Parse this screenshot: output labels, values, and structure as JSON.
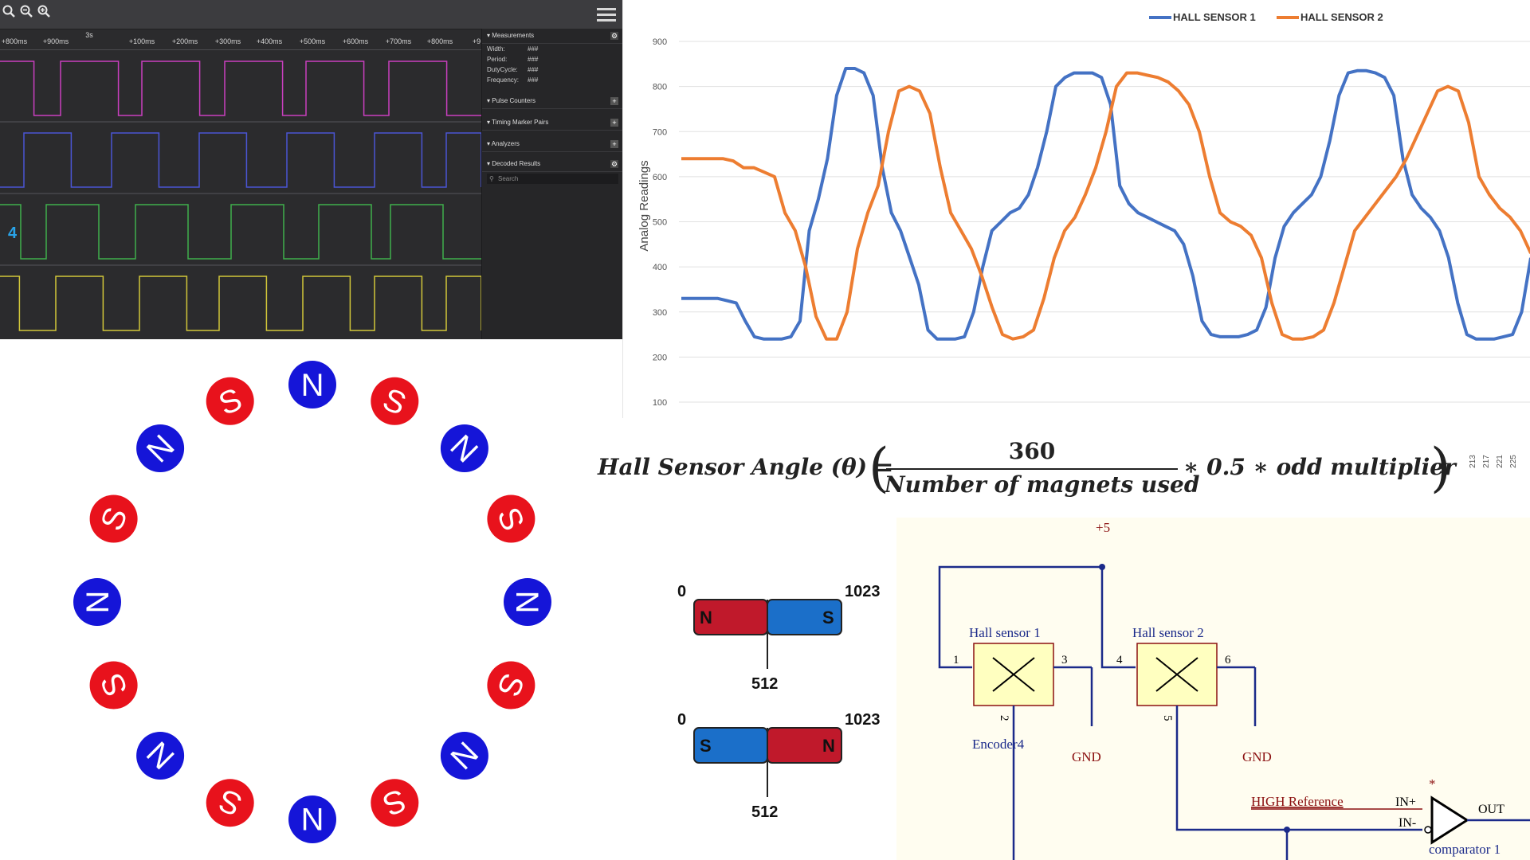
{
  "logic_analyzer": {
    "toolbar": {
      "zoom_fit_icon": "search-icon",
      "zoom_out_icon": "zoom-out-icon",
      "zoom_in_icon": "zoom-in-icon",
      "menu_icon": "hamburger-icon"
    },
    "ruler_major": "3s",
    "ruler_ticks": [
      "+800ms",
      "+900ms",
      "+100ms",
      "+200ms",
      "+300ms",
      "+400ms",
      "+500ms",
      "+600ms",
      "+700ms",
      "+800ms",
      "+9"
    ],
    "channel_badge": "4",
    "channel_colors": [
      "#c93fbf",
      "#4a55d4",
      "#3fb04c",
      "#d2c73a"
    ],
    "sidebar": {
      "measurements": {
        "title": "Measurements",
        "rows": [
          {
            "label": "Width:",
            "value": "###"
          },
          {
            "label": "Period:",
            "value": "###"
          },
          {
            "label": "DutyCycle:",
            "value": "###"
          },
          {
            "label": "Frequency:",
            "value": "###"
          }
        ]
      },
      "pulse_counters": "Pulse Counters",
      "timing_marker_pairs": "Timing Marker Pairs",
      "analyzers": "Analyzers",
      "decoded_results": "Decoded Results",
      "search_placeholder": "Search"
    }
  },
  "chart_data": {
    "type": "line",
    "ylabel": "Analog Readings",
    "xlabel": "",
    "ylim": [
      100,
      900
    ],
    "yticks": [
      900,
      800,
      700,
      600,
      500,
      400,
      300,
      200,
      100
    ],
    "grid": true,
    "legend_placement": "top-right",
    "series": [
      {
        "name": "HALL SENSOR 1",
        "color": "#4472c4",
        "values": [
          330,
          330,
          330,
          330,
          330,
          325,
          320,
          280,
          245,
          240,
          240,
          240,
          245,
          280,
          480,
          550,
          640,
          780,
          840,
          840,
          830,
          780,
          620,
          520,
          480,
          420,
          360,
          260,
          240,
          240,
          240,
          245,
          300,
          400,
          480,
          500,
          520,
          530,
          560,
          620,
          700,
          800,
          820,
          830,
          830,
          830,
          820,
          760,
          580,
          540,
          520,
          510,
          500,
          490,
          480,
          450,
          380,
          280,
          250,
          245,
          245,
          245,
          250,
          260,
          310,
          420,
          490,
          520,
          540,
          560,
          600,
          680,
          780,
          830,
          835,
          835,
          830,
          820,
          780,
          640,
          560,
          530,
          510,
          480,
          420,
          320,
          250,
          240,
          240,
          240,
          245,
          250,
          300,
          420
        ]
      },
      {
        "name": "HALL SENSOR 2",
        "color": "#ed7d31",
        "values": [
          640,
          640,
          640,
          640,
          640,
          635,
          620,
          620,
          610,
          600,
          520,
          480,
          400,
          290,
          240,
          240,
          300,
          440,
          520,
          580,
          700,
          790,
          800,
          790,
          740,
          620,
          520,
          480,
          440,
          380,
          310,
          250,
          240,
          245,
          260,
          330,
          420,
          480,
          510,
          560,
          620,
          700,
          800,
          830,
          830,
          825,
          820,
          810,
          790,
          760,
          700,
          600,
          520,
          500,
          490,
          470,
          420,
          320,
          250,
          240,
          240,
          245,
          260,
          320,
          400,
          480,
          510,
          540,
          570,
          600,
          640,
          690,
          740,
          790,
          800,
          790,
          720,
          600,
          560,
          530,
          510,
          480,
          430
        ]
      }
    ],
    "x": null
  },
  "formula": {
    "lhs": "Hall Sensor Angle (θ) =",
    "numerator": "360",
    "denominator": "Number of magnets used",
    "tail": "∗ 0.5 ∗ odd multiplier",
    "edge_numbers": [
      "213",
      "217",
      "221",
      "225"
    ]
  },
  "magnet_ring": {
    "north_color": "#1515d8",
    "south_color": "#e8121c",
    "poles": [
      "N",
      "S",
      "N",
      "S",
      "N",
      "S",
      "N",
      "S",
      "N",
      "S",
      "N",
      "S",
      "N",
      "S",
      "N",
      "S"
    ]
  },
  "bar_magnets": [
    {
      "left_value": "0",
      "right_value": "1023",
      "center_value": "512",
      "left_pole": "N",
      "right_pole": "S"
    },
    {
      "left_value": "0",
      "right_value": "1023",
      "center_value": "512",
      "left_pole": "S",
      "right_pole": "N"
    }
  ],
  "circuit": {
    "supply": "+5",
    "hall1": {
      "title": "Hall sensor 1",
      "pin_left": "1",
      "pin_right": "3",
      "pin_bottom": "2"
    },
    "hall2": {
      "title": "Hall sensor 2",
      "pin_left": "4",
      "pin_right": "6",
      "pin_bottom": "5"
    },
    "encoder_label": "Encoder4",
    "gnd1": "GND",
    "gnd2": "GND",
    "high_reference": "HIGH Reference",
    "in_plus": "IN+",
    "in_minus": "IN-",
    "out": "OUT",
    "comparator": "comparator 1",
    "star": "*"
  }
}
